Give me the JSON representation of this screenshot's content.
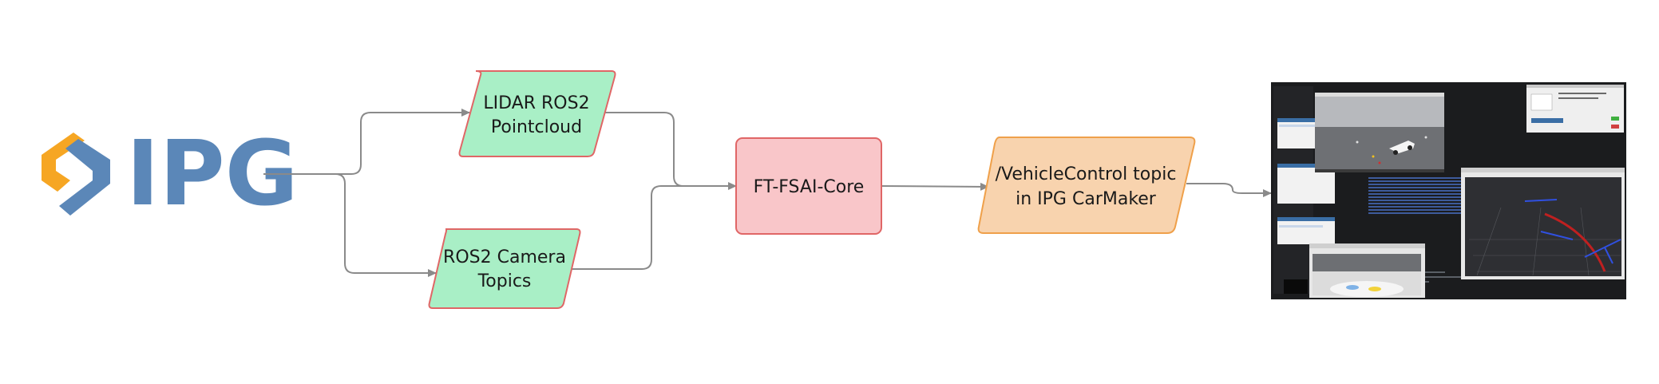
{
  "logo": {
    "text": "IPG",
    "colors": {
      "orange": "#F6A623",
      "blue": "#5B87B8"
    }
  },
  "nodes": {
    "lidar": {
      "line1": "LIDAR ROS2",
      "line2": "Pointcloud"
    },
    "camera": {
      "line1": "ROS2 Camera",
      "line2": "Topics"
    },
    "core": {
      "label": "FT-FSAI-Core"
    },
    "vehicle": {
      "line1": "/VehicleControl topic",
      "line2": "in IPG CarMaker"
    }
  },
  "screenshot": {
    "description_icon": "simulator-screenshot"
  },
  "colors": {
    "input_fill": "#A9EFC6",
    "input_stroke": "#E06666",
    "core_fill": "#F9C6C9",
    "core_stroke": "#E06666",
    "output_fill": "#F8D3AE",
    "output_stroke": "#EFA04A",
    "edge": "#8a8a8a"
  }
}
